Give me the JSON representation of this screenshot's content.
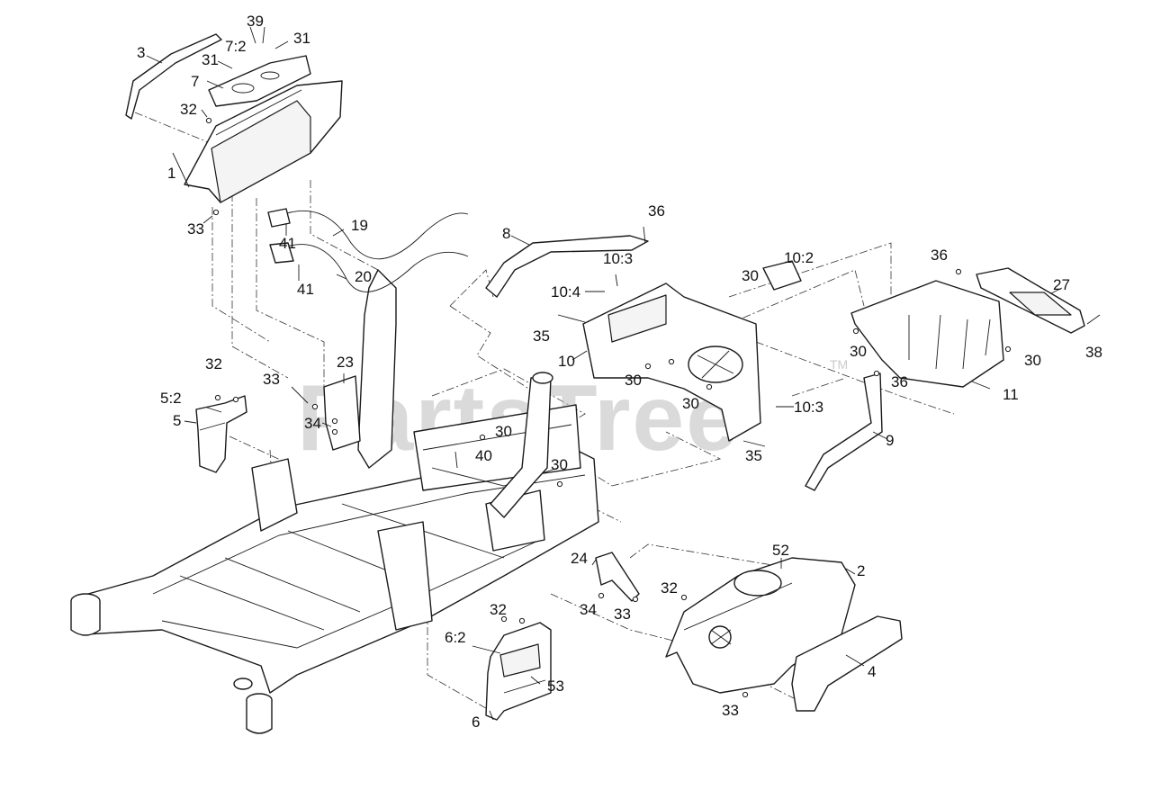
{
  "watermark": {
    "text": "PartsTree",
    "trademark": "TM"
  },
  "callouts": [
    "1",
    "2",
    "3",
    "4",
    "5",
    "5:2",
    "6",
    "6:2",
    "7",
    "7:2",
    "8",
    "9",
    "10",
    "10:2",
    "10:3",
    "10:3",
    "10:4",
    "11",
    "19",
    "20",
    "23",
    "24",
    "27",
    "30",
    "30",
    "30",
    "30",
    "30",
    "30",
    "30",
    "31",
    "31",
    "32",
    "32",
    "32",
    "32",
    "33",
    "33",
    "33",
    "33",
    "34",
    "34",
    "35",
    "35",
    "36",
    "36",
    "36",
    "38",
    "39",
    "40",
    "41",
    "41",
    "52",
    "53"
  ],
  "colors": {
    "line": "#1a1a1a",
    "watermark": "#bdbdbd",
    "background": "#ffffff"
  }
}
